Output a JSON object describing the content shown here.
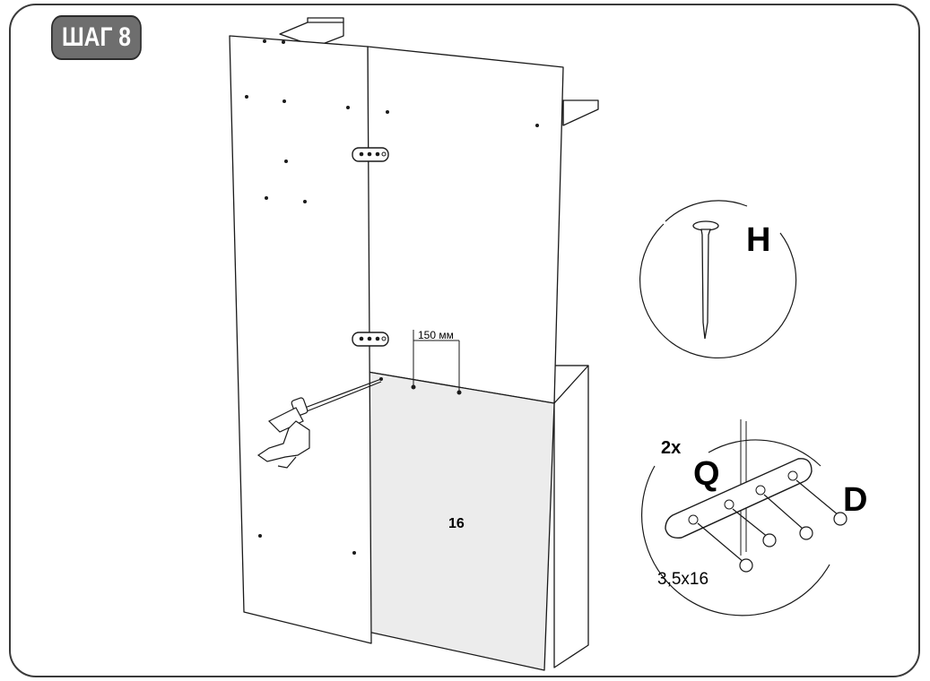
{
  "step": {
    "label": "ШАГ 8"
  },
  "panel": {
    "number": "16"
  },
  "dimension": {
    "text": "150 мм"
  },
  "nail_detail": {
    "part": "H"
  },
  "screw_detail": {
    "quantity": "2x",
    "plate_part": "Q",
    "screw_part": "D",
    "screw_size": "3,5x16"
  },
  "colors": {
    "panel_fill": "#ececec",
    "line": "#1a1a1a",
    "badge": "#6e6e6e"
  }
}
